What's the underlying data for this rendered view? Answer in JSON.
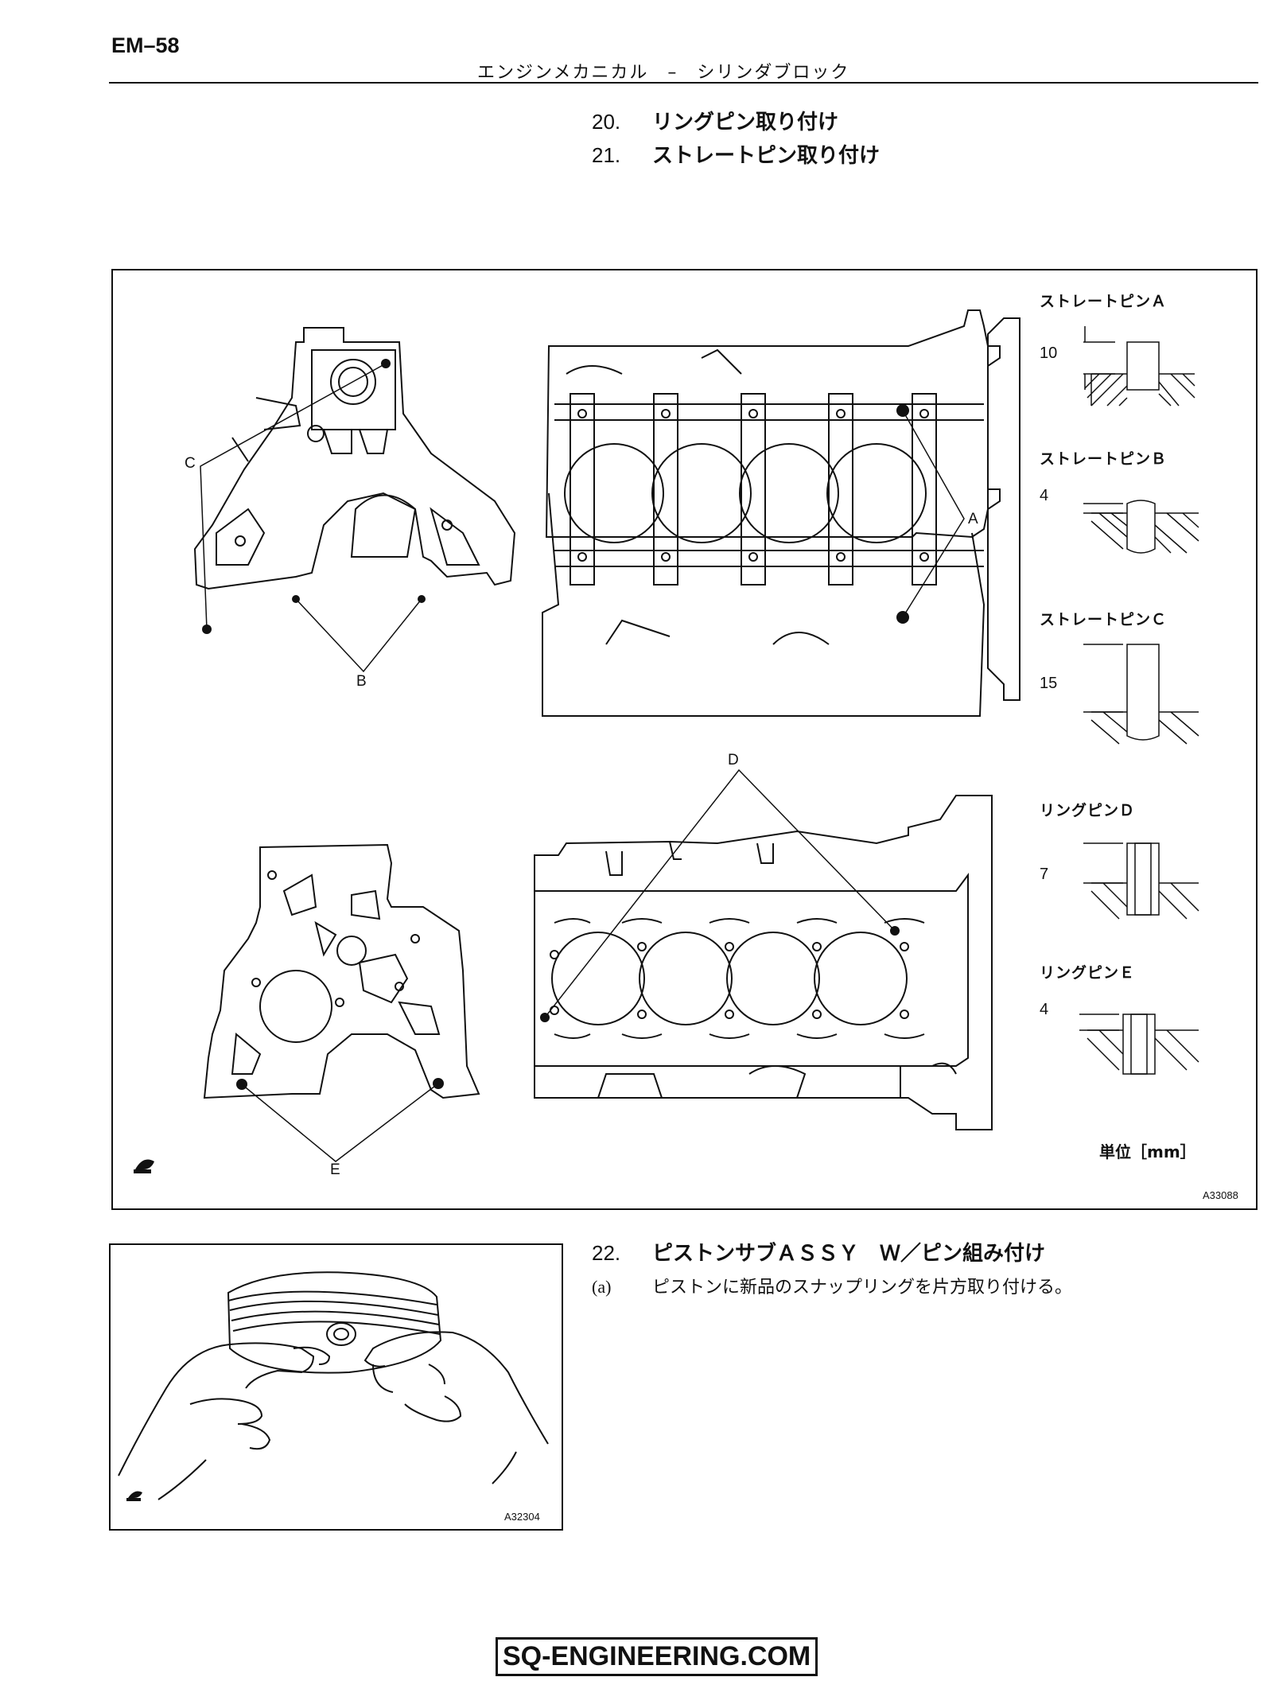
{
  "header": {
    "page_code": "EM–58",
    "section_title": "エンジンメカニカル　–　シリンダブロック"
  },
  "steps": [
    {
      "num": "20.",
      "text": "リングピン取り付け"
    },
    {
      "num": "21.",
      "text": "ストレートピン取り付け"
    },
    {
      "num": "22.",
      "text": "ピストンサブＡＳＳＹ　Ｗ／ピン組み付け"
    }
  ],
  "substep": {
    "num": "(a)",
    "text": "ピストンに新品のスナップリングを片方取り付ける。"
  },
  "figure1": {
    "callouts": [
      "A",
      "B",
      "C",
      "D",
      "E"
    ],
    "pins": [
      {
        "title": "ストレートピンＡ",
        "dim": "10"
      },
      {
        "title": "ストレートピンＢ",
        "dim": "4"
      },
      {
        "title": "ストレートピンＣ",
        "dim": "15"
      },
      {
        "title": "リングピンＤ",
        "dim": "7"
      },
      {
        "title": "リングピンＥ",
        "dim": "4"
      }
    ],
    "unit": "単位［mm］",
    "code": "A33088"
  },
  "figure2": {
    "code": "A32304"
  },
  "footer": {
    "brand": "SQ-ENGINEERING.COM"
  }
}
